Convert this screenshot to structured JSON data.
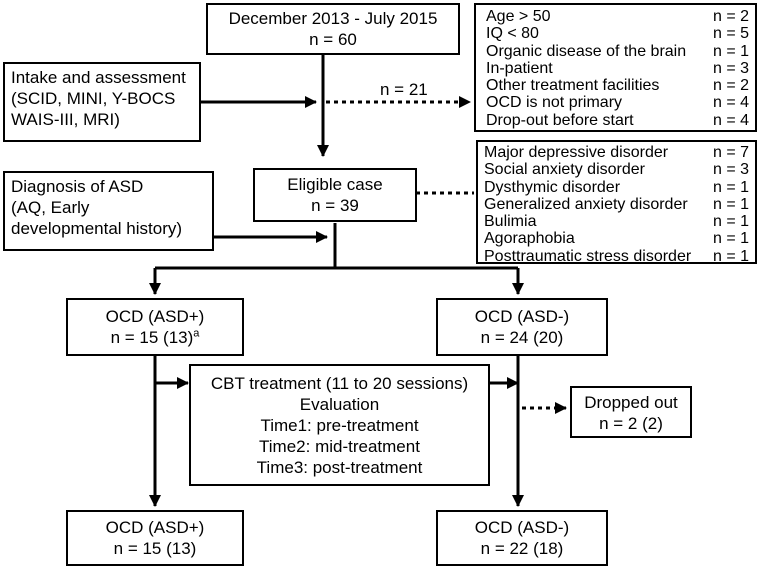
{
  "top_box": {
    "line1": "December 2013 - July 2015",
    "line2": "n = 60"
  },
  "intake_box": {
    "line1": "Intake and assessment",
    "line2": "(SCID, MINI, Y-BOCS",
    "line3": "WAIS-III, MRI)"
  },
  "excluded_label": "n = 21",
  "exclusion_reasons": [
    {
      "reason": "Age > 50",
      "n": "n = 2"
    },
    {
      "reason": "IQ < 80",
      "n": "n = 5"
    },
    {
      "reason": "Organic disease of the brain",
      "n": "n = 1"
    },
    {
      "reason": "In-patient",
      "n": "n = 3"
    },
    {
      "reason": "Other treatment facilities",
      "n": "n = 2"
    },
    {
      "reason": "OCD is not primary",
      "n": "n = 4"
    },
    {
      "reason": "Drop-out before start",
      "n": "n = 4"
    }
  ],
  "asd_box": {
    "line1": "Diagnosis of ASD",
    "line2": "(AQ, Early",
    "line3": "developmental history)"
  },
  "eligible_box": {
    "line1": "Eligible case",
    "line2": "n = 39"
  },
  "comorbidities": [
    {
      "condition": "Major depressive disorder",
      "n": "n = 7"
    },
    {
      "condition": "Social anxiety disorder",
      "n": "n = 3"
    },
    {
      "condition": "Dysthymic disorder",
      "n": "n = 1"
    },
    {
      "condition": "Generalized anxiety disorder",
      "n": "n = 1"
    },
    {
      "condition": "Bulimia",
      "n": "n = 1"
    },
    {
      "condition": "Agoraphobia",
      "n": "n = 1"
    },
    {
      "condition": "Posttraumatic stress disorder",
      "n": "n = 1"
    }
  ],
  "asd_plus_box": {
    "line1": "OCD (ASD+)",
    "line2": "n = 15 (13)",
    "sup": "a"
  },
  "asd_minus_box": {
    "line1": "OCD (ASD-)",
    "line2": "n = 24 (20)"
  },
  "cbt_box": {
    "line1": "CBT treatment (11 to 20 sessions)",
    "line2": "Evaluation",
    "line3": "Time1: pre-treatment",
    "line4": "Time2: mid-treatment",
    "line5": "Time3: post-treatment"
  },
  "dropped_box": {
    "line1": "Dropped out",
    "line2": "n = 2 (2)"
  },
  "final_plus_box": {
    "line1": "OCD (ASD+)",
    "line2": "n = 15 (13)"
  },
  "final_minus_box": {
    "line1": "OCD (ASD-)",
    "line2": "n = 22 (18)"
  }
}
